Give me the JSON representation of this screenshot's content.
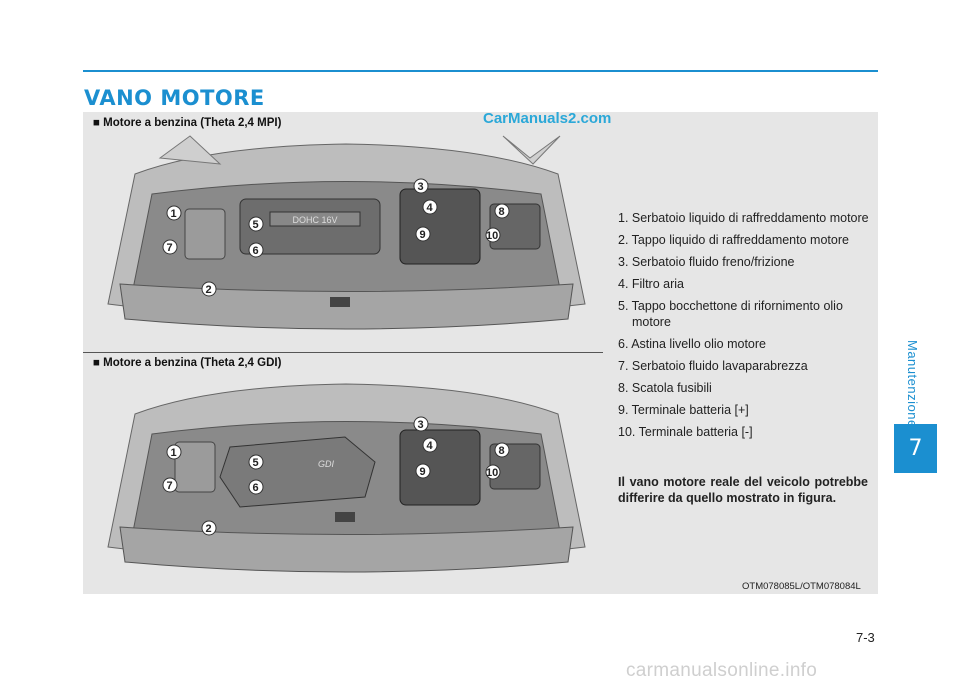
{
  "section": {
    "title": "VANO MOTORE"
  },
  "watermark": "CarManuals2.com",
  "captions": {
    "mpi": "■ Motore a benzina (Theta 2,4 MPI)",
    "gdi": "■ Motore a benzina (Theta 2,4 GDI)"
  },
  "engine_labels": {
    "mpi_cover": "DOHC 16V",
    "gdi_cover": "GDI"
  },
  "callouts": [
    "1",
    "2",
    "3",
    "4",
    "5",
    "6",
    "7",
    "8",
    "9",
    "10"
  ],
  "legend": [
    "1. Serbatoio liquido di raffreddamento motore",
    "2. Tappo liquido di raffreddamento motore",
    "3. Serbatoio fluido freno/frizione",
    "4. Filtro aria",
    "5. Tappo bocchettone di rifornimento olio motore",
    "6. Astina livello olio motore",
    "7. Serbatoio fluido lavaparabrezza",
    "8. Scatola fusibili",
    "9. Terminale batteria [+]",
    "10. Terminale batteria [-]"
  ],
  "note": "Il vano motore reale del veicolo potrebbe differire da quello mostrato in figura.",
  "figure_code": "OTM078085L/OTM078084L",
  "sidebar": {
    "label": "Manutenzione",
    "chapter": "7"
  },
  "page_number": "7-3",
  "footer_watermark": "carmanualsonline.info"
}
